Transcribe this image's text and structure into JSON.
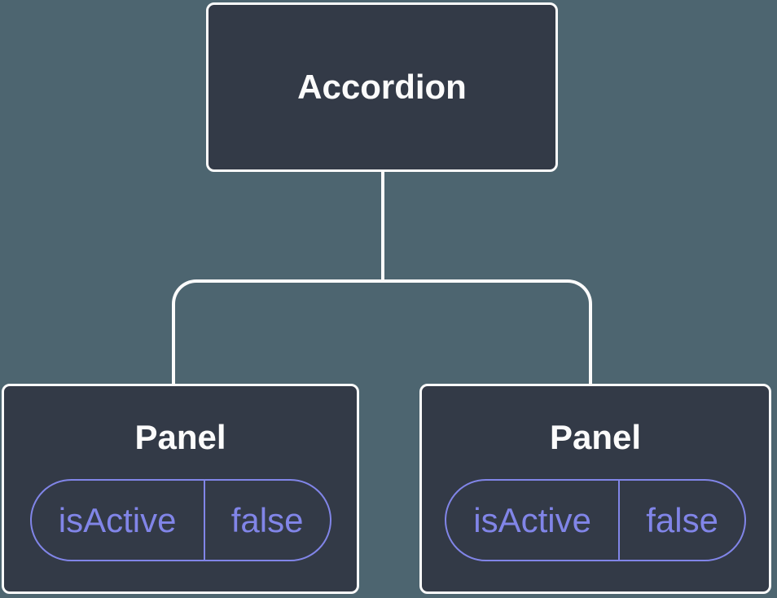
{
  "diagram": {
    "root": {
      "label": "Accordion"
    },
    "children": [
      {
        "label": "Panel",
        "state": {
          "key": "isActive",
          "value": "false"
        }
      },
      {
        "label": "Panel",
        "state": {
          "key": "isActive",
          "value": "false"
        }
      }
    ]
  },
  "colors": {
    "background": "#4D6570",
    "node_fill": "#333A47",
    "node_border": "#FBFBFB",
    "connector": "#FBFBFB",
    "node_text": "#FBFBFB",
    "state_accent": "#8185E8"
  }
}
